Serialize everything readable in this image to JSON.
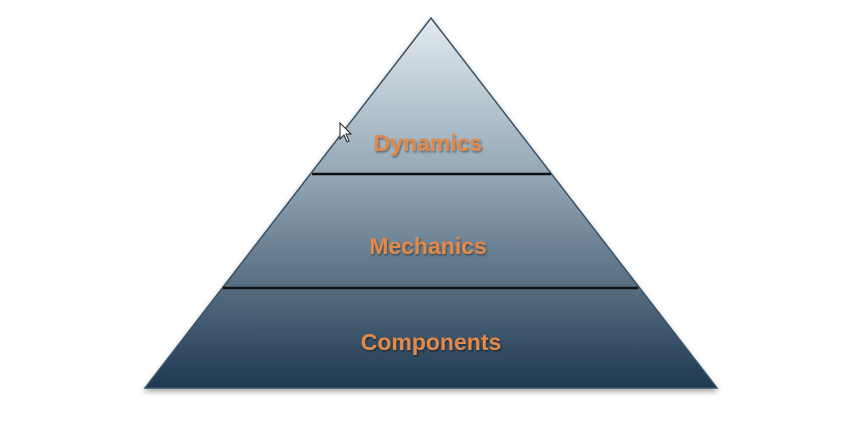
{
  "pyramid": {
    "layers": [
      {
        "label": "Dynamics"
      },
      {
        "label": "Mechanics"
      },
      {
        "label": "Components"
      }
    ],
    "colors": {
      "label": "#e0894a",
      "top": "#dde6ec",
      "bottom": "#1f3a52",
      "divider": "#111111"
    }
  },
  "cursor": {
    "icon": "mouse-pointer-icon"
  }
}
